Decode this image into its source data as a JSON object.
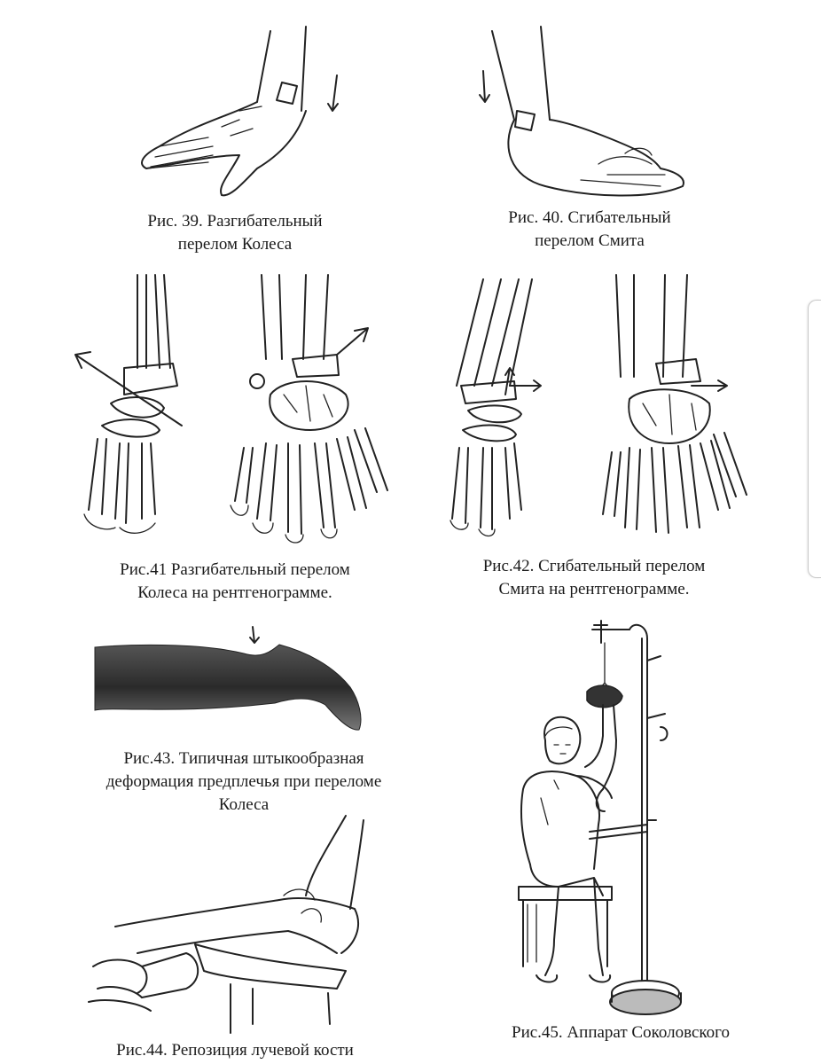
{
  "figures": [
    {
      "id": "39",
      "caption_lines": [
        "Рис. 39. Разгибательный",
        "перелом Колеса"
      ]
    },
    {
      "id": "40",
      "caption_lines": [
        "Рис. 40. Сгибательный",
        "перелом Смита"
      ]
    },
    {
      "id": "41",
      "caption_lines": [
        "Рис.41 Разгибательный перелом",
        "Колеса на рентгенограмме."
      ]
    },
    {
      "id": "42",
      "caption_lines": [
        "Рис.42. Сгибательный перелом",
        "Смита на рентгенограмме."
      ]
    },
    {
      "id": "43",
      "caption_lines": [
        "Рис.43. Типичная штыкообразная",
        "деформация предплечья при переломе",
        "Колеса"
      ]
    },
    {
      "id": "44",
      "caption_lines": [
        "Рис.44. Репозиция лучевой кости"
      ]
    },
    {
      "id": "45",
      "caption_lines": [
        "Рис.45. Аппарат Соколовского"
      ]
    }
  ],
  "colors": {
    "ink": "#222222",
    "paper": "#ffffff",
    "scrollbar_border": "#c8c8c8"
  }
}
